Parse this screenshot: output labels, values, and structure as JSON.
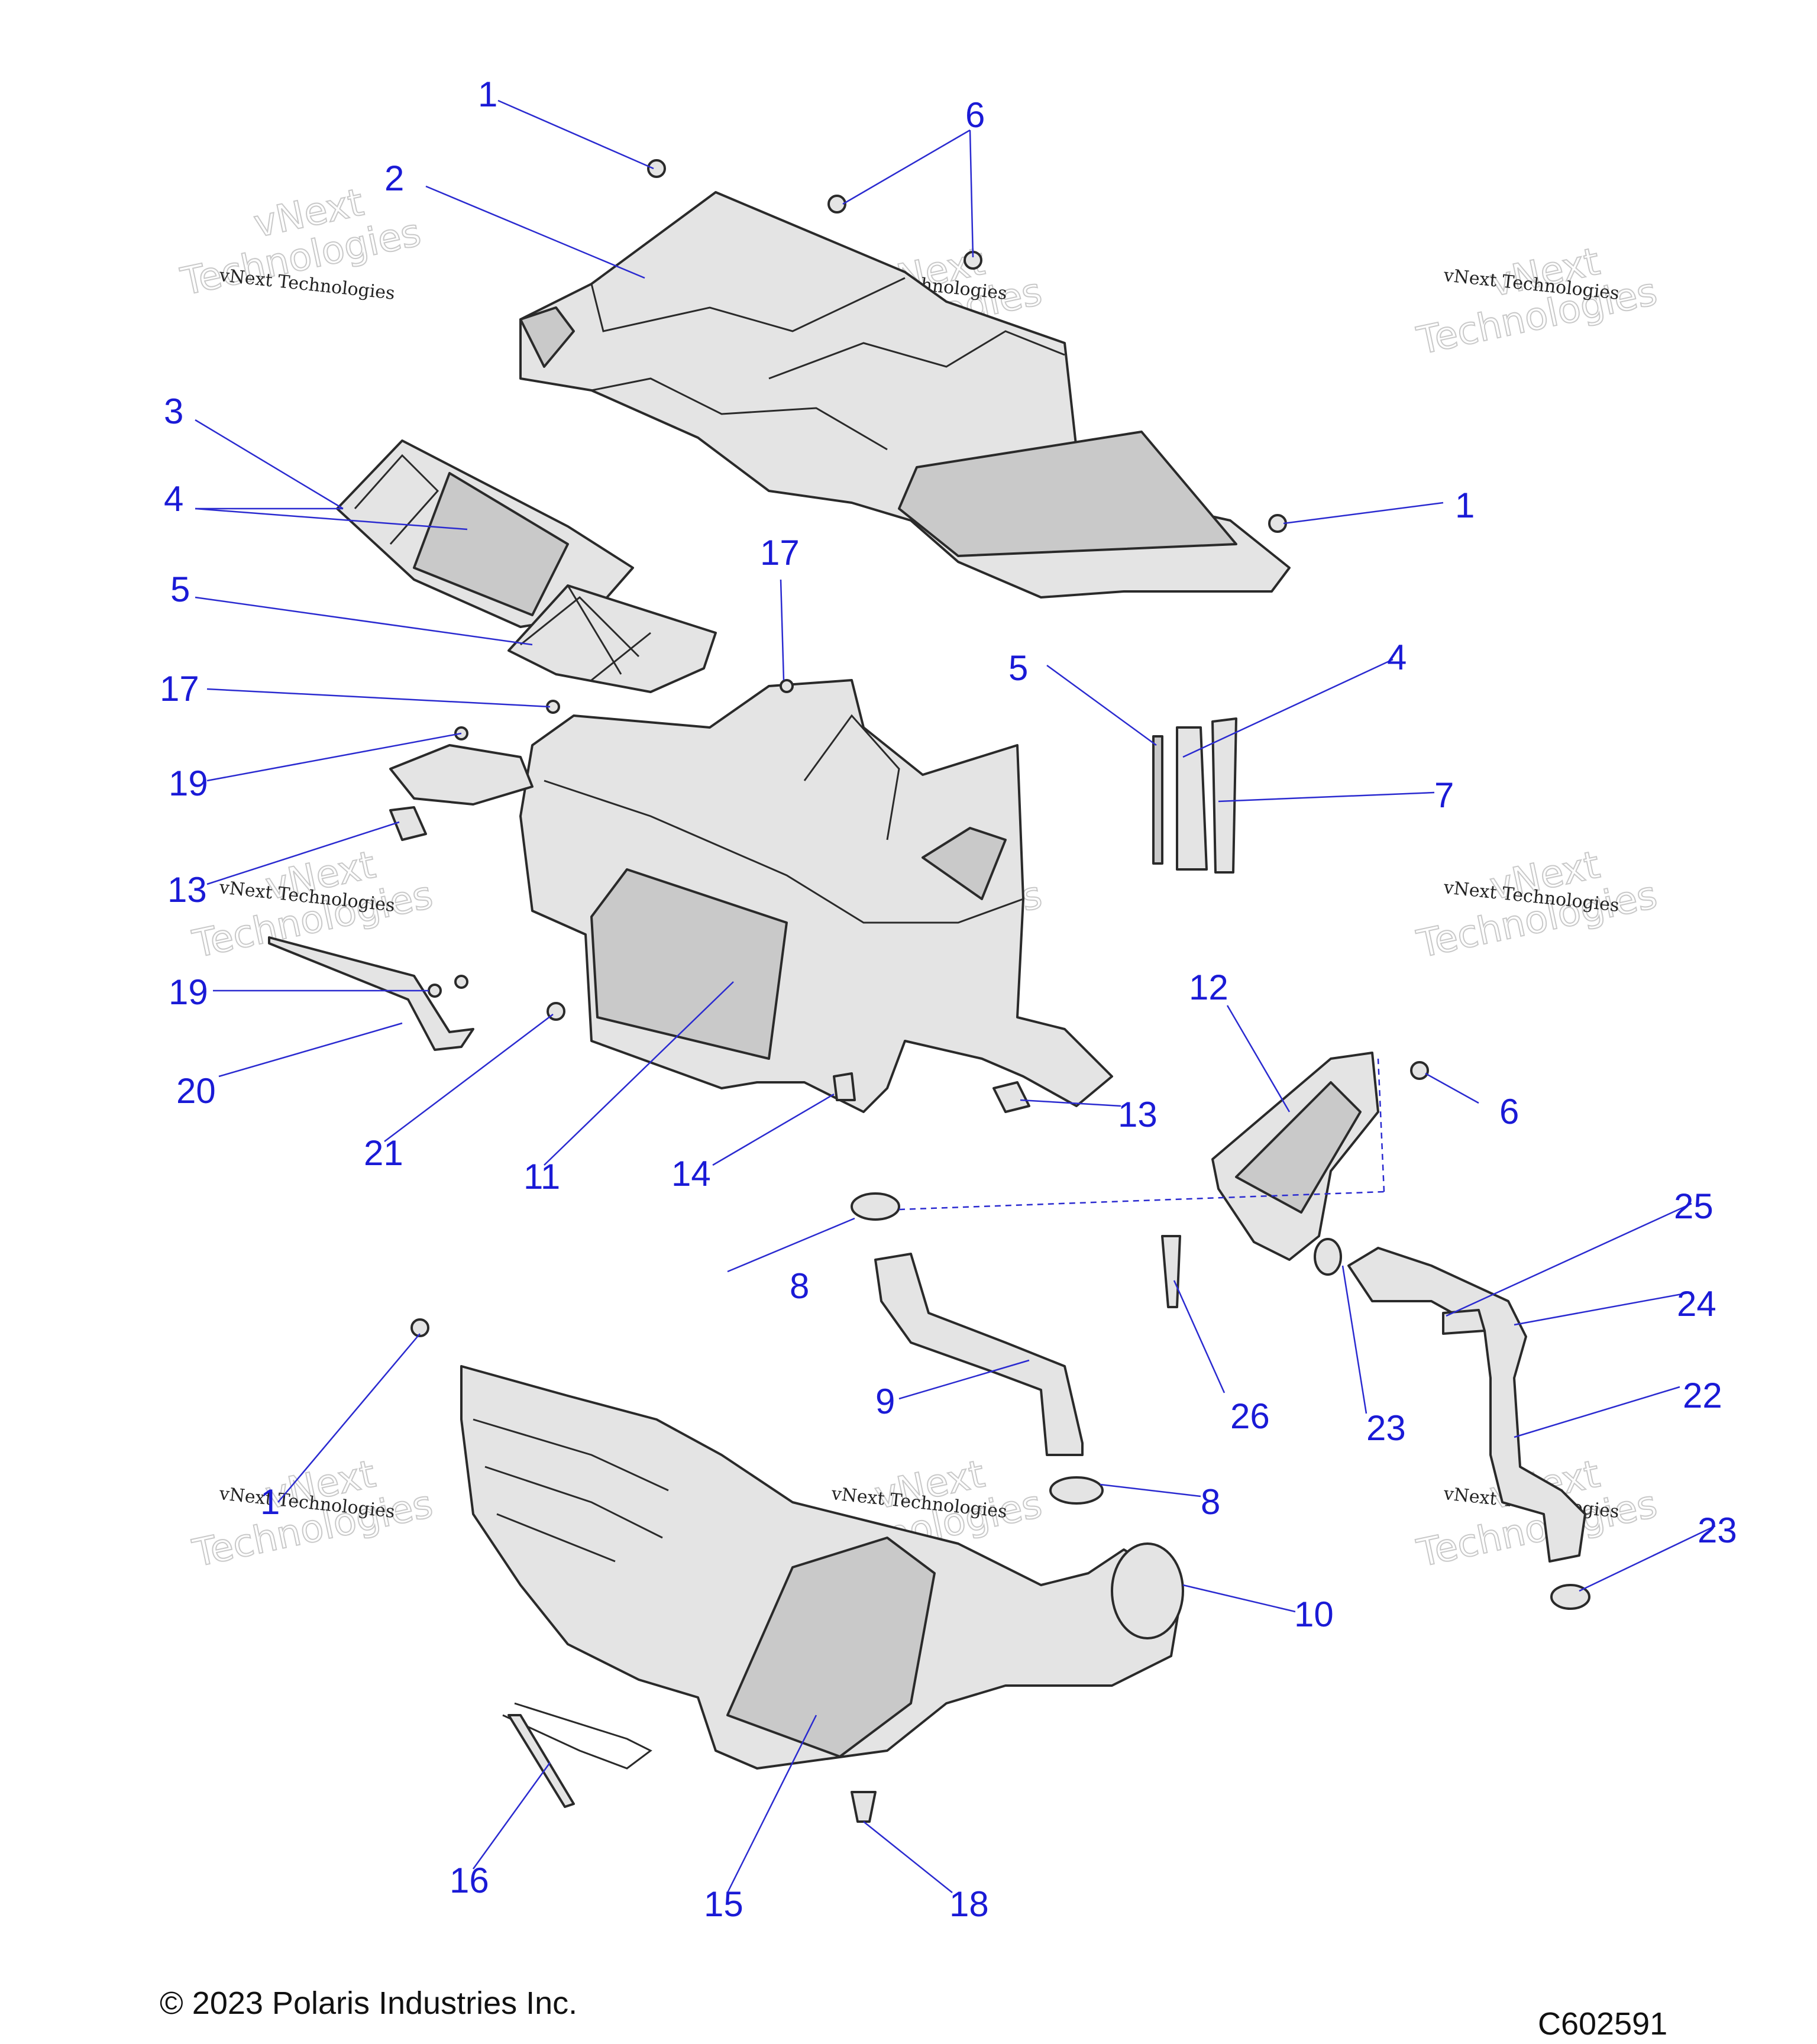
{
  "diagram": {
    "copyright": "© 2023 Polaris Industries Inc.",
    "drawing_number": "C602591",
    "watermark_line1": "vNext Technologies",
    "watermark_line2": "vNext",
    "watermark_line3": "Technologies"
  },
  "callouts": [
    "1",
    "2",
    "3",
    "4",
    "5",
    "6",
    "7",
    "8",
    "9",
    "10",
    "11",
    "12",
    "13",
    "14",
    "15",
    "16",
    "17",
    "18",
    "19",
    "20",
    "21",
    "22",
    "23",
    "24",
    "25",
    "26"
  ]
}
